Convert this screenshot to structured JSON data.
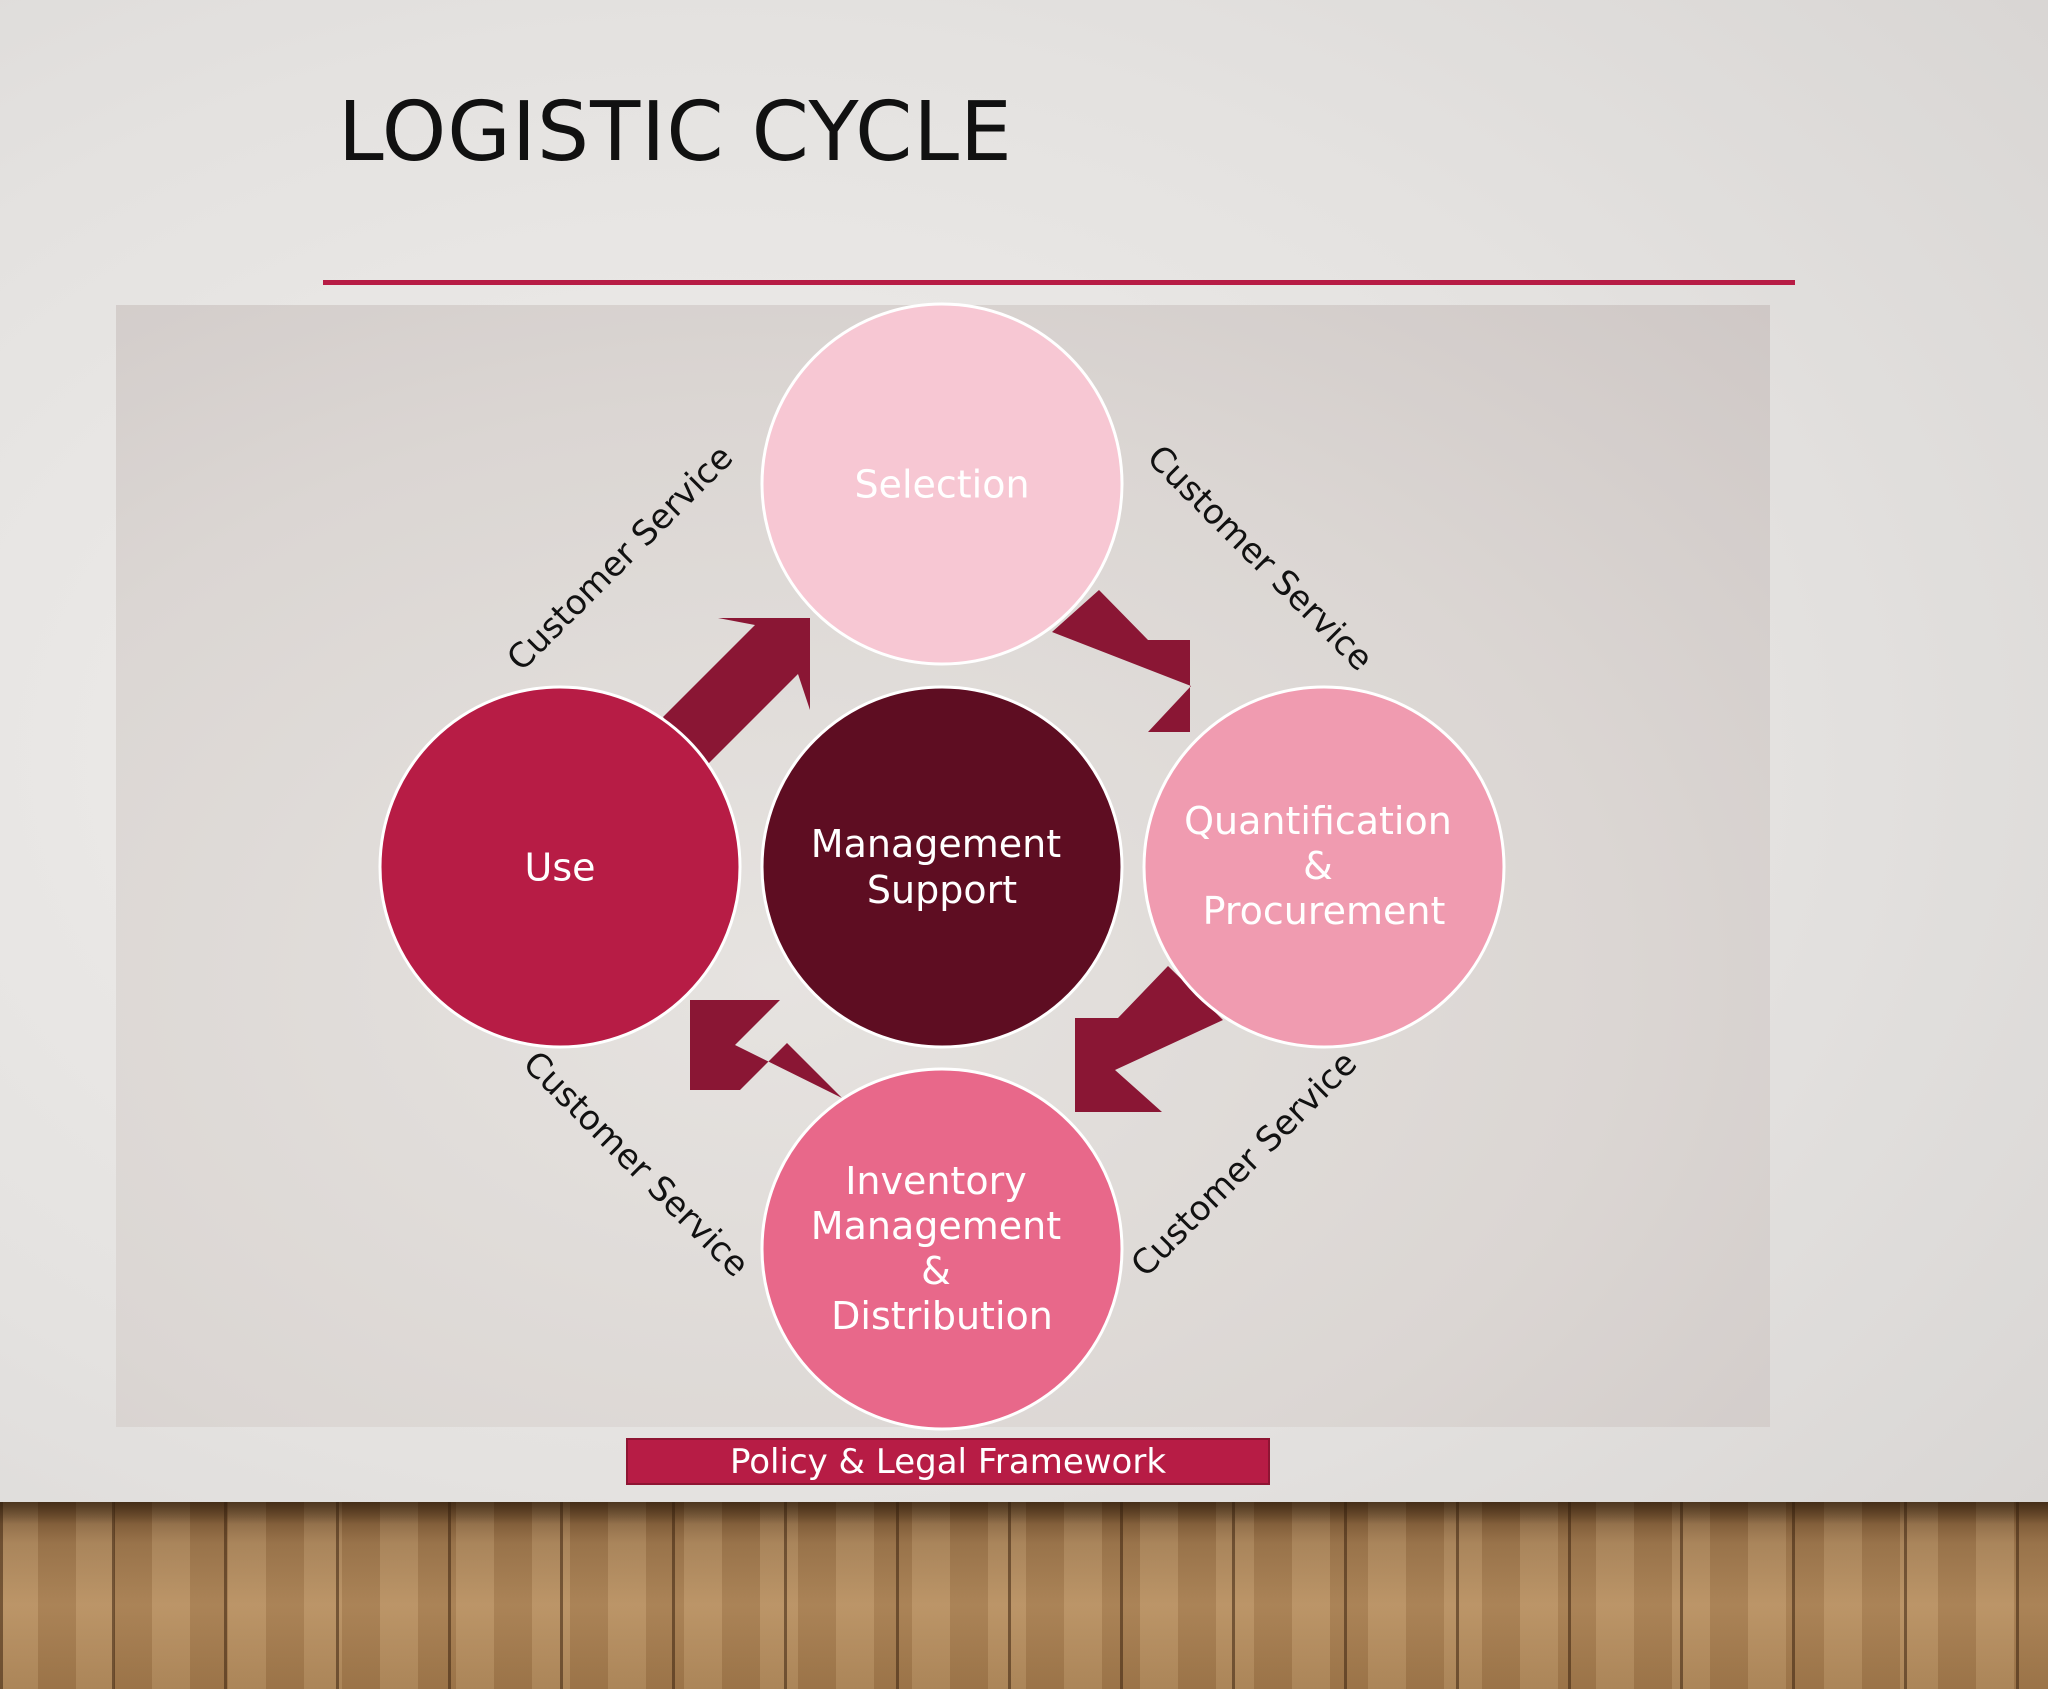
{
  "slide": {
    "title": "LOGISTIC CYCLE",
    "footer_banner": "Policy & Legal Framework"
  },
  "diagram": {
    "center": {
      "label_lines": [
        "Management",
        "Support"
      ]
    },
    "nodes": [
      {
        "id": "selection",
        "label_lines": [
          "Selection"
        ]
      },
      {
        "id": "quantification",
        "label_lines": [
          "Quantification",
          "&",
          "Procurement"
        ]
      },
      {
        "id": "inventory",
        "label_lines": [
          "Inventory",
          "Management",
          "&",
          "Distribution"
        ]
      },
      {
        "id": "use",
        "label_lines": [
          "Use"
        ]
      }
    ],
    "edge_labels": [
      "Customer Service",
      "Customer Service",
      "Customer Service",
      "Customer Service"
    ],
    "colors": {
      "selection": "#f7c7d3",
      "quantification": "#f09bb0",
      "inventory": "#e8688a",
      "use": "#b71c45",
      "center": "#5e0d22",
      "arrow": "#8a1634",
      "accent": "#b71c45"
    }
  }
}
